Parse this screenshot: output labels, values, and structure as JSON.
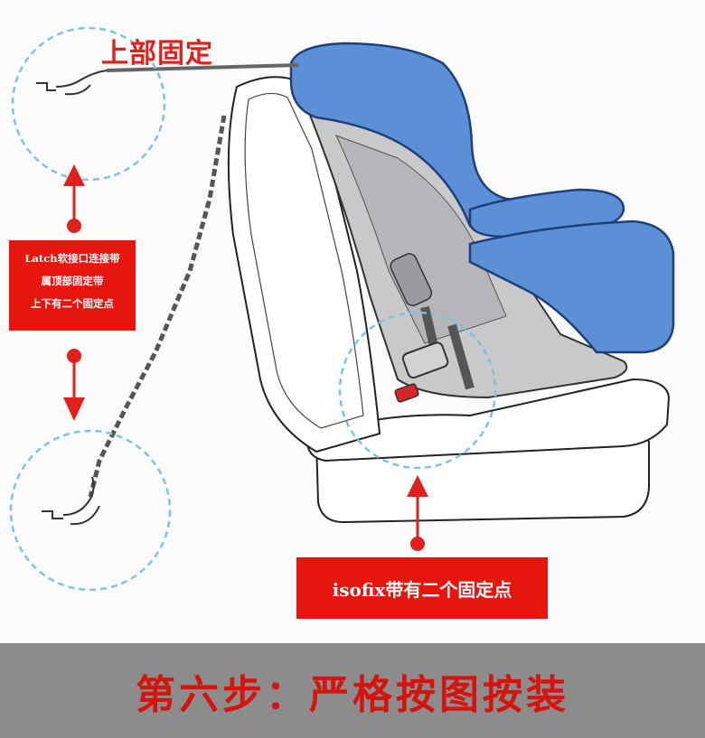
{
  "labels": {
    "top_anchor": "上部固定",
    "latch_lines": [
      "Latch软接口连接带",
      "属顶部固定带",
      "上下有二个固定点"
    ],
    "isofix": "isofix带有二个固定点",
    "step_title": "第六步：严格按图按装"
  },
  "colors": {
    "accent_red": "#e8150f",
    "footer_gray": "#8c8c8c",
    "seat_blue": "#5b8fd6",
    "circle_dash": "#7fc3dd"
  },
  "icons": [
    "arrow-up-icon",
    "arrow-down-icon",
    "tether-hook-icon",
    "buckle-icon"
  ]
}
